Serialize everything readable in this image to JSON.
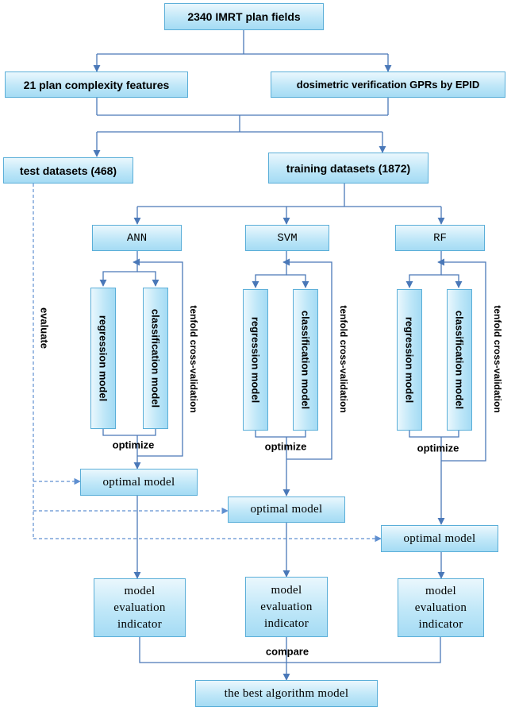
{
  "nodes": {
    "top": "2340 IMRT plan fields",
    "features": "21 plan complexity features",
    "gpr": "dosimetric verification GPRs by EPID",
    "test": "test datasets (468)",
    "training": "training datasets (1872)",
    "best": "the best algorithm model"
  },
  "columns": [
    {
      "algorithm": "ANN",
      "regression": "regression model",
      "classification": "classification model",
      "cv": "tenfold cross-validation",
      "optimize": "optimize",
      "optimal": "optimal model",
      "indicator": "model\nevaluation\nindicator"
    },
    {
      "algorithm": "SVM",
      "regression": "regression model",
      "classification": "classification model",
      "cv": "tenfold cross-validation",
      "optimize": "optimize",
      "optimal": "optimal model",
      "indicator": "model\nevaluation\nindicator"
    },
    {
      "algorithm": "RF",
      "regression": "regression model",
      "classification": "classification model",
      "cv": "tenfold cross-validation",
      "optimize": "optimize",
      "optimal": "optimal model",
      "indicator": "model\nevaluation\nindicator"
    }
  ],
  "labels": {
    "evaluate": "evaluate",
    "compare": "compare"
  },
  "colors": {
    "box_border": "#5aaed8",
    "box_fill": "#bfe7f8",
    "line": "#4a78b8",
    "dashed": "#5f8fd0"
  }
}
